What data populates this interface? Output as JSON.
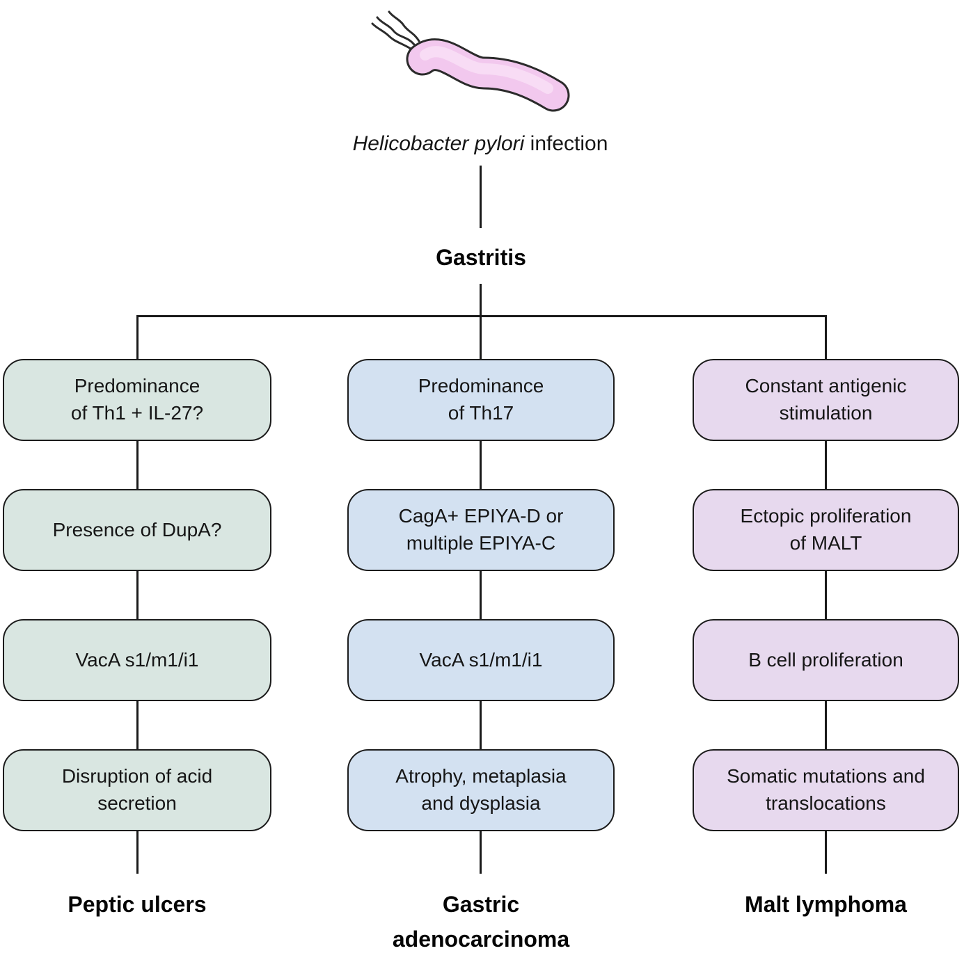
{
  "header": {
    "organism": "Helicobacter pylori",
    "organism_suffix": " infection",
    "root_label": "Gastritis"
  },
  "colors": {
    "peptic_fill": "#d9e6e1",
    "gastric_fill": "#d3e1f1",
    "malt_fill": "#e7d9ee",
    "line": "#1a1a1a",
    "bacterium_body": "#f2c8ee",
    "bacterium_highlight": "#f9dff6",
    "bacterium_outline": "#2b2b2b"
  },
  "columns": [
    {
      "name": "peptic-ulcers-pathway",
      "fill": "#d9e6e1",
      "boxes": [
        "Predominance\nof Th1 + IL-27?",
        "Presence of DupA?",
        "VacA s1/m1/i1",
        "Disruption of acid\nsecretion"
      ],
      "outcome": "Peptic ulcers"
    },
    {
      "name": "gastric-adenocarcinoma-pathway",
      "fill": "#d3e1f1",
      "boxes": [
        "Predominance\nof Th17",
        "CagA+ EPIYA-D or\nmultiple EPIYA-C",
        "VacA s1/m1/i1",
        "Atrophy, metaplasia\nand dysplasia"
      ],
      "outcome": "Gastric\nadenocarcinoma"
    },
    {
      "name": "malt-lymphoma-pathway",
      "fill": "#e7d9ee",
      "boxes": [
        "Constant antigenic\nstimulation",
        "Ectopic proliferation\nof MALT",
        "B cell proliferation",
        "Somatic mutations and\ntranslocations"
      ],
      "outcome": "Malt lymphoma"
    }
  ]
}
